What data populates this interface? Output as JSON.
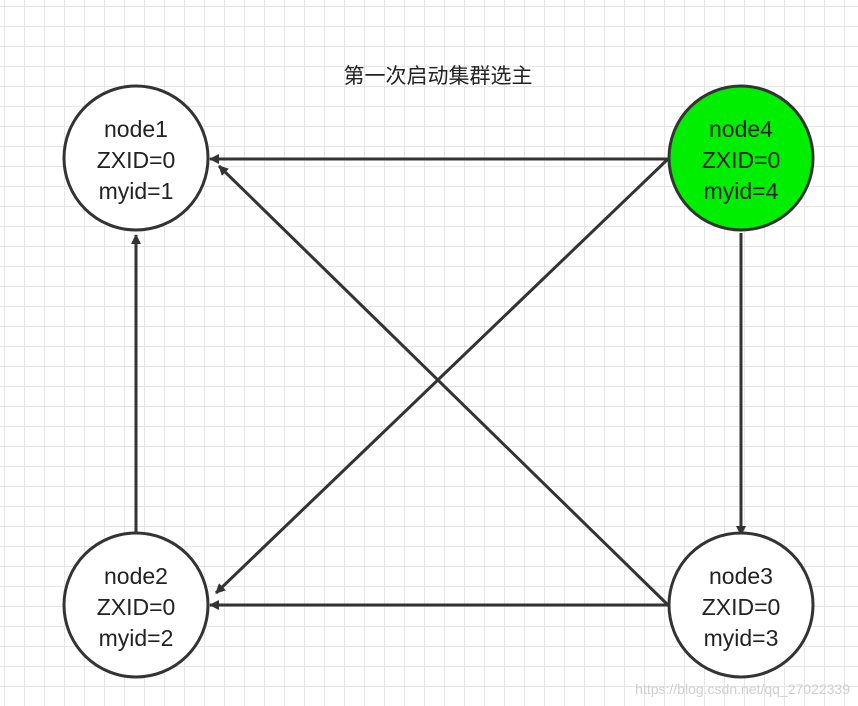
{
  "title": "第一次启动集群选主",
  "nodes": [
    {
      "id": "node1",
      "lines": [
        "node1",
        "ZXID=0",
        "myid=1"
      ],
      "fill": "#ffffff"
    },
    {
      "id": "node4",
      "lines": [
        "node4",
        "ZXID=0",
        "myid=4"
      ],
      "fill": "#00ee00"
    },
    {
      "id": "node2",
      "lines": [
        "node2",
        "ZXID=0",
        "myid=2"
      ],
      "fill": "#ffffff"
    },
    {
      "id": "node3",
      "lines": [
        "node3",
        "ZXID=0",
        "myid=3"
      ],
      "fill": "#ffffff"
    }
  ],
  "edges": [
    {
      "from": "node4",
      "to": "node1"
    },
    {
      "from": "node4",
      "to": "node2"
    },
    {
      "from": "node4",
      "to": "node3"
    },
    {
      "from": "node3",
      "to": "node1"
    },
    {
      "from": "node3",
      "to": "node2"
    },
    {
      "from": "node2",
      "to": "node1"
    }
  ],
  "colors": {
    "stroke": "#333333",
    "highlight": "#00ee00",
    "grid": "#e6e6e6"
  },
  "watermark": "https://blog.csdn.net/qq_27022339"
}
